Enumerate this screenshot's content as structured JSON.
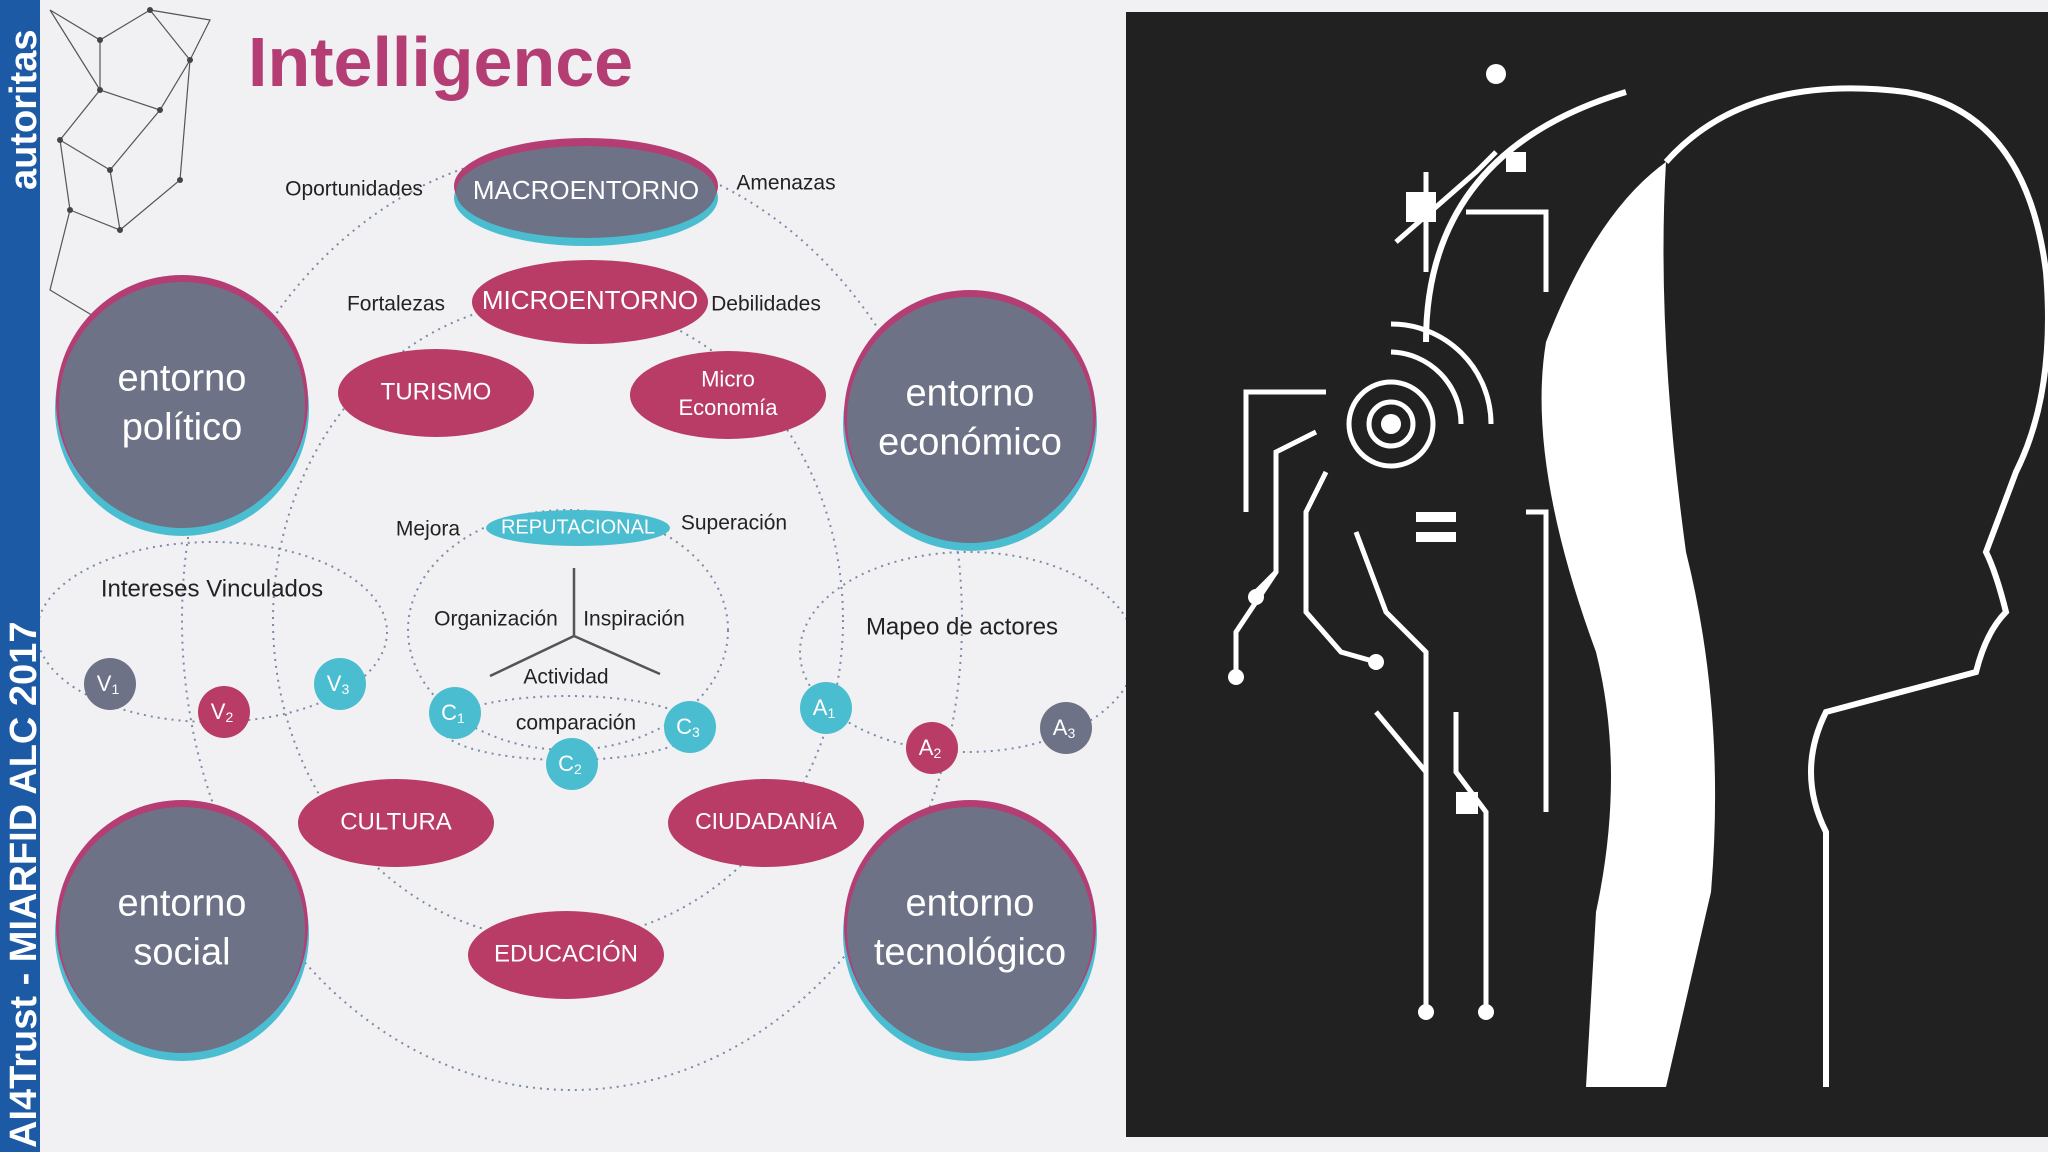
{
  "sidebar": {
    "top_text": "autoritas",
    "bottom_text": "AI4Trust - MIARFID ALC 2017"
  },
  "title": "Intelligence",
  "diagram": {
    "big_circles": [
      {
        "id": "politico",
        "lines": [
          "entorno",
          "político"
        ]
      },
      {
        "id": "economico",
        "lines": [
          "entorno",
          "económico"
        ]
      },
      {
        "id": "social",
        "lines": [
          "entorno",
          "social"
        ]
      },
      {
        "id": "tecnologico",
        "lines": [
          "entorno",
          "tecnológico"
        ]
      }
    ],
    "pills": [
      {
        "id": "macroentorno",
        "lines": [
          "MACROENTORNO"
        ]
      },
      {
        "id": "microentorno",
        "lines": [
          "MICROENTORNO"
        ]
      },
      {
        "id": "turismo",
        "lines": [
          "TURISMO"
        ]
      },
      {
        "id": "micro-economia",
        "lines": [
          "Micro",
          "Economía"
        ]
      },
      {
        "id": "cultura",
        "lines": [
          "CULTURA"
        ]
      },
      {
        "id": "ciudadania",
        "lines": [
          "CIUDADANíA"
        ]
      },
      {
        "id": "educacion",
        "lines": [
          "EDUCACIÓN"
        ]
      },
      {
        "id": "reputacional",
        "lines": [
          "REPUTACIONAL"
        ]
      }
    ],
    "labels": [
      {
        "id": "oportunidades",
        "text": "Oportunidades"
      },
      {
        "id": "amenazas",
        "text": "Amenazas"
      },
      {
        "id": "fortalezas",
        "text": "Fortalezas"
      },
      {
        "id": "debilidades",
        "text": "Debilidades"
      },
      {
        "id": "mejora",
        "text": "Mejora"
      },
      {
        "id": "superacion",
        "text": "Superación"
      },
      {
        "id": "intereses",
        "text": "Intereses Vinculados"
      },
      {
        "id": "mapeo",
        "text": "Mapeo de actores"
      },
      {
        "id": "organizacion",
        "text": "Organización"
      },
      {
        "id": "inspiracion",
        "text": "Inspiración"
      },
      {
        "id": "actividad",
        "text": "Actividad"
      },
      {
        "id": "comparacion",
        "text": "comparación"
      }
    ],
    "nodes": [
      {
        "id": "v1",
        "letter": "V",
        "sub": "1"
      },
      {
        "id": "v2",
        "letter": "V",
        "sub": "2"
      },
      {
        "id": "v3",
        "letter": "V",
        "sub": "3"
      },
      {
        "id": "c1",
        "letter": "C",
        "sub": "1"
      },
      {
        "id": "c2",
        "letter": "C",
        "sub": "2"
      },
      {
        "id": "c3",
        "letter": "C",
        "sub": "3"
      },
      {
        "id": "a1",
        "letter": "A",
        "sub": "1"
      },
      {
        "id": "a2",
        "letter": "A",
        "sub": "2"
      },
      {
        "id": "a3",
        "letter": "A",
        "sub": "3"
      }
    ]
  },
  "colors": {
    "accent": "#b43e74",
    "sidebar": "#1d5aa6",
    "grey": "#6d7286",
    "teal": "#4bbdd0",
    "crimson": "#b93c66"
  }
}
